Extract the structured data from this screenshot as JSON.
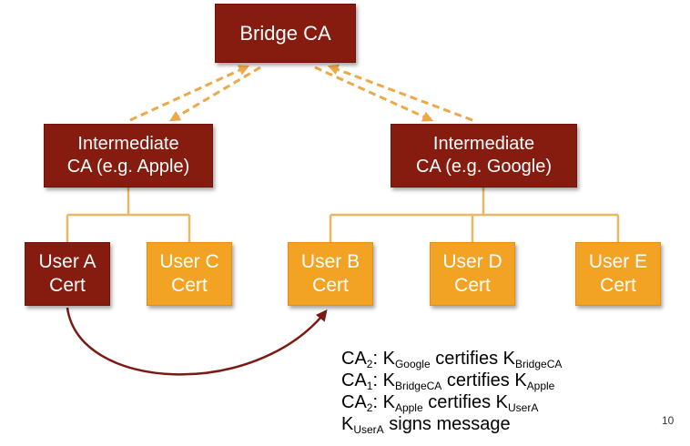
{
  "nodes": {
    "bridge": "Bridge CA",
    "int_apple": {
      "line1": "Intermediate",
      "line2": "CA (e.g. Apple)"
    },
    "int_google": {
      "line1": "Intermediate",
      "line2": "CA (e.g. Google)"
    },
    "user_a": {
      "line1": "User A",
      "line2": "Cert"
    },
    "user_c": {
      "line1": "User C",
      "line2": "Cert"
    },
    "user_b": {
      "line1": "User B",
      "line2": "Cert"
    },
    "user_d": {
      "line1": "User D",
      "line2": "Cert"
    },
    "user_e": {
      "line1": "User E",
      "line2": "Cert"
    }
  },
  "notes": [
    {
      "parts": [
        {
          "t": "CA"
        },
        {
          "sub": "2"
        },
        {
          "t": ": K"
        },
        {
          "sub": "Google"
        },
        {
          "t": " certifies K"
        },
        {
          "sub": "BridgeCA"
        }
      ]
    },
    {
      "parts": [
        {
          "t": "CA"
        },
        {
          "sub": "1"
        },
        {
          "t": ": K"
        },
        {
          "sub": "BridgeCA"
        },
        {
          "t": " certifies K"
        },
        {
          "sub": "Apple"
        }
      ]
    },
    {
      "parts": [
        {
          "t": "CA"
        },
        {
          "sub": "2"
        },
        {
          "t": ": K"
        },
        {
          "sub": "Apple"
        },
        {
          "t": " certifies K"
        },
        {
          "sub": "UserA"
        }
      ]
    },
    {
      "parts": [
        {
          "t": "K"
        },
        {
          "sub": "UserA"
        },
        {
          "t": " signs message"
        }
      ]
    }
  ],
  "page_number": "10",
  "colors": {
    "dark_box": "#861b10",
    "orange_box": "#f3a324",
    "dashed_arrow": "#eda84a",
    "tree_line": "#eab764",
    "curve_arrow": "#7b1a12"
  }
}
